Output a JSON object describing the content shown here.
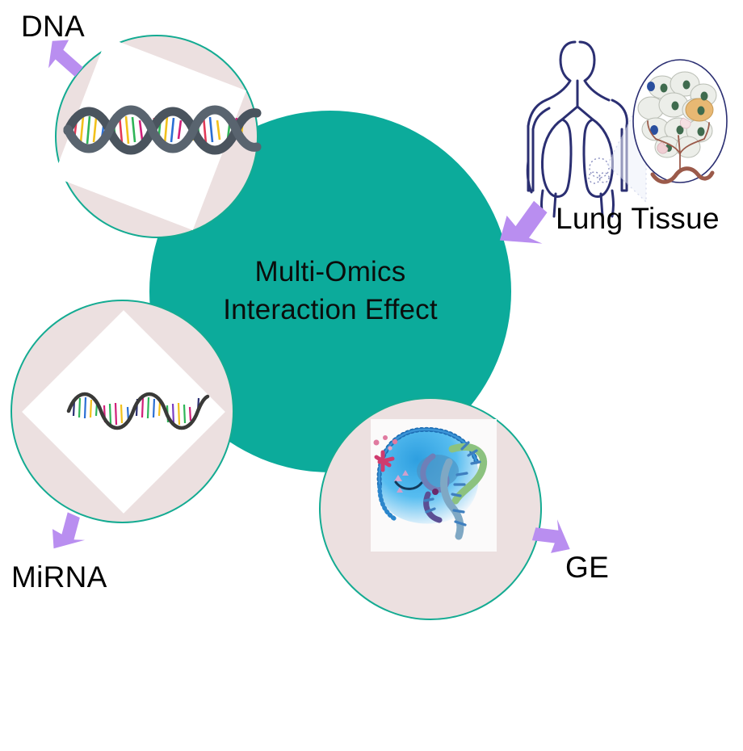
{
  "diagram": {
    "title": "Multi-Omics Interaction Effect",
    "center": {
      "line1": "Multi-Omics",
      "line2": "Interaction Effect",
      "fill_color": "#0cab9b",
      "text_color": "#0b0d0c"
    },
    "palette": {
      "teal_fill": "#0cab9b",
      "teal_stroke": "#14ab92",
      "node_fill": "#ece0e0",
      "arrow_purple": "#b98ef0",
      "tile_white": "#ffffff",
      "label_black": "#000000",
      "lung_navy": "#2b2f72",
      "helix_slate": "#4a545e"
    },
    "nodes": [
      {
        "id": "dna",
        "label": "DNA",
        "icon": "dna-double-helix-icon",
        "arrow": "arrow-down-right-icon"
      },
      {
        "id": "mirna",
        "label": "MiRNA",
        "icon": "mirna-single-strand-icon",
        "arrow": "arrow-up-right-icon"
      },
      {
        "id": "ge",
        "label": "GE",
        "icon": "gene-expression-cell-icon",
        "arrow": "arrow-up-left-icon"
      }
    ],
    "output": {
      "id": "lung",
      "label": "Lung Tissue",
      "icon": "lung-tissue-icon",
      "arrow": "arrow-up-right-icon"
    }
  }
}
